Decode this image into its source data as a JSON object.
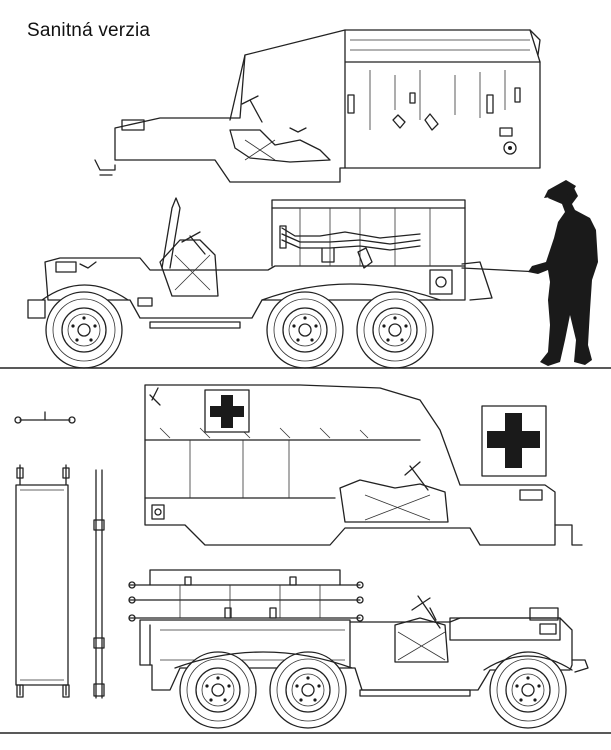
{
  "title": "Sanitná verzia",
  "icons": {
    "red_cross": "cross-icon",
    "figure": "soldier-silhouette",
    "stretcher": "stretcher"
  },
  "colors": {
    "line": "#222222",
    "silhouette": "#1a1a1a",
    "background": "#ffffff"
  }
}
